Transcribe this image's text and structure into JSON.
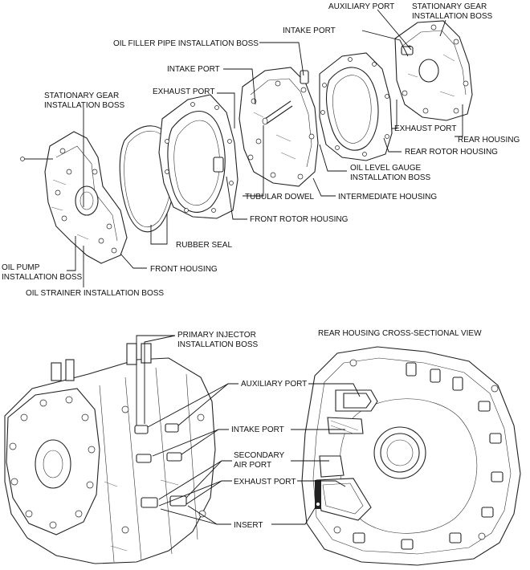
{
  "exploded_view": {
    "labels": {
      "auxiliary_port": "AUXILIARY PORT",
      "stationary_gear_rear_1": "STATIONARY GEAR",
      "stationary_gear_rear_2": "INSTALLATION BOSS",
      "intake_port_rear": "INTAKE PORT",
      "oil_filler_pipe": "OIL FILLER PIPE INSTALLATION BOSS",
      "intake_port": "INTAKE PORT",
      "exhaust_port_front": "EXHAUST PORT",
      "stationary_gear_front_1": "STATIONARY GEAR",
      "stationary_gear_front_2": "INSTALLATION BOSS",
      "exhaust_port_rear": "EXHAUST PORT",
      "rear_housing": "REAR HOUSING",
      "rear_rotor_housing": "REAR ROTOR HOUSING",
      "oil_level_gauge_1": "OIL LEVEL GAUGE",
      "oil_level_gauge_2": "INSTALLATION BOSS",
      "tubular_dowel": "TUBULAR DOWEL",
      "intermediate_housing": "INTERMEDIATE HOUSING",
      "front_rotor_housing": "FRONT ROTOR HOUSING",
      "rubber_seal": "RUBBER SEAL",
      "oil_pump_1": "OIL PUMP",
      "oil_pump_2": "INSTALLATION BOSS",
      "front_housing": "FRONT HOUSING",
      "oil_strainer": "OIL STRAINER INSTALLATION BOSS"
    }
  },
  "assembled_view": {
    "labels": {
      "primary_injector_1": "PRIMARY INJECTOR",
      "primary_injector_2": "INSTALLATION BOSS",
      "auxiliary_port": "AUXILIARY PORT",
      "intake_port": "INTAKE PORT",
      "secondary_air_port_1": "SECONDARY",
      "secondary_air_port_2": "AIR PORT",
      "exhaust_port": "EXHAUST PORT",
      "insert": "INSERT"
    }
  },
  "cross_section": {
    "title": "REAR HOUSING CROSS-SECTIONAL VIEW"
  }
}
